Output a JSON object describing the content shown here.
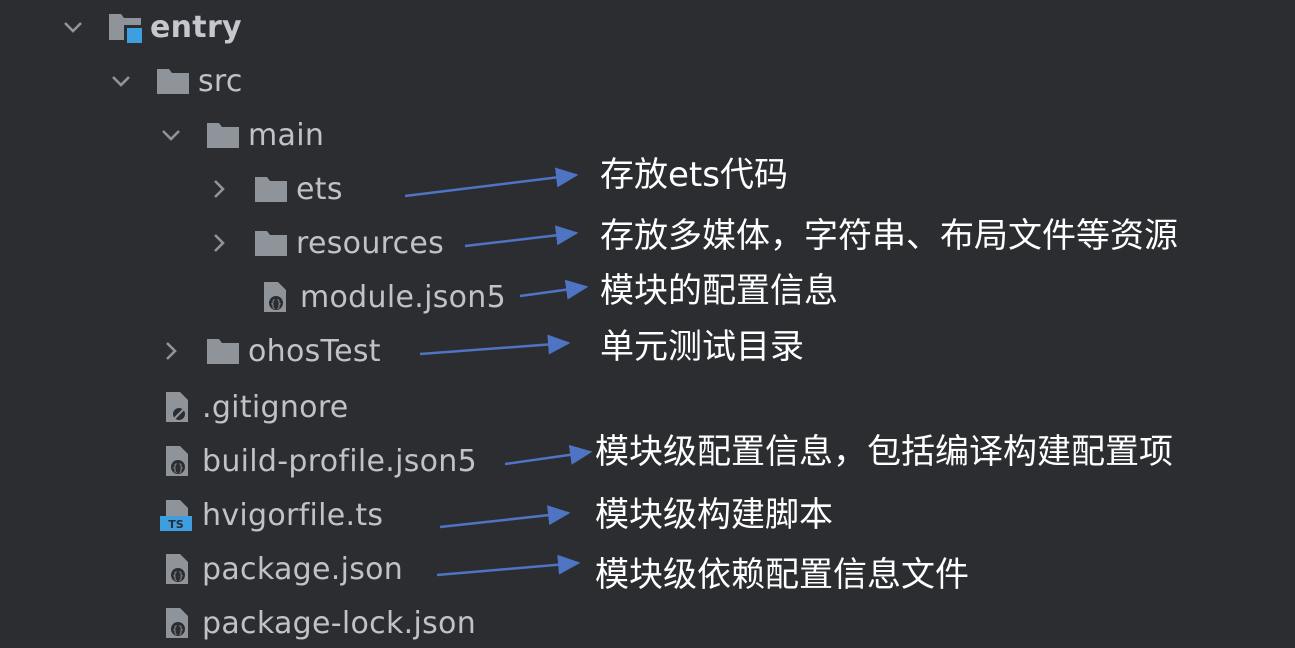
{
  "tree": {
    "entry": "entry",
    "src": "src",
    "main": "main",
    "ets": "ets",
    "resources": "resources",
    "module_json5": "module.json5",
    "ohosTest": "ohosTest",
    "gitignore": ".gitignore",
    "build_profile": "build-profile.json5",
    "hvigorfile": "hvigorfile.ts",
    "package_json": "package.json",
    "package_lock": "package-lock.json"
  },
  "icons": {
    "chevron_expanded": "chevron-down-icon",
    "chevron_collapsed": "chevron-right-icon",
    "module_folder": "module-folder-icon",
    "folder": "folder-icon",
    "config_file": "json-config-file-icon",
    "ignore_file": "gitignore-file-icon",
    "ts_file": "typescript-file-icon",
    "ts_badge": "TS"
  },
  "annotations": {
    "ets": "存放ets代码",
    "resources": "存放多媒体，字符串、布局文件等资源",
    "module_json5": "模块的配置信息",
    "ohosTest": "单元测试目录",
    "build_profile": "模块级配置信息，包括编译构建配置项",
    "hvigorfile": "模块级构建脚本",
    "package_json": "模块级依赖配置信息文件"
  },
  "colors": {
    "background": "#2b2d30",
    "text": "#bfc3c9",
    "icon": "#8f949b",
    "module_badge": "#3d9ee0",
    "arrow": "#4f74c4",
    "annotation_text": "#ffffff"
  }
}
